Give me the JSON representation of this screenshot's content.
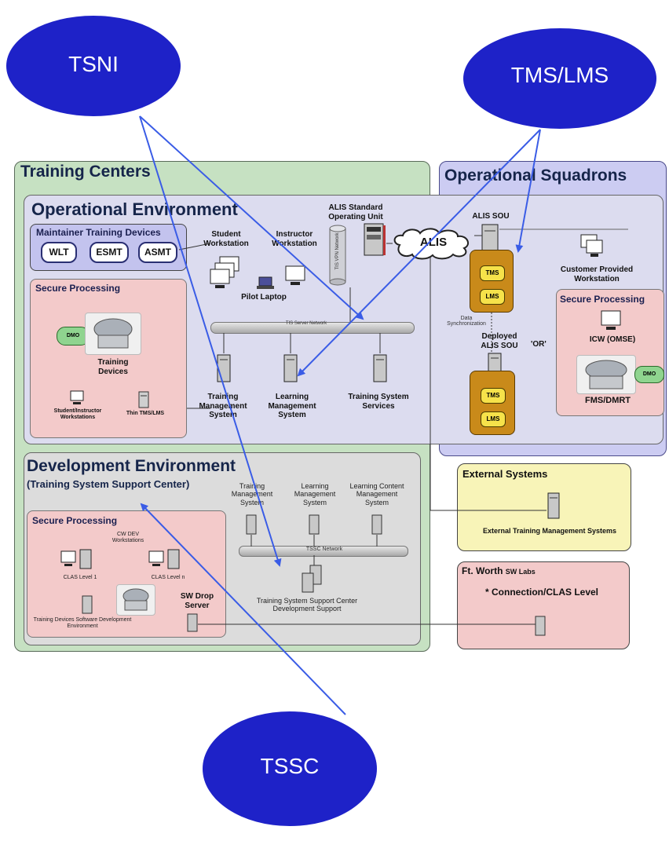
{
  "ellipses": {
    "tsni": "TSNI",
    "tms_lms": "TMS/LMS",
    "tssc": "TSSC"
  },
  "training_centers": {
    "title": "Training Centers",
    "operational_env": {
      "title": "Operational Environment",
      "maintainer": {
        "title": "Maintainer Training Devices",
        "devices": [
          "WLT",
          "ESMT",
          "ASMT"
        ]
      },
      "secure": {
        "title": "Secure Processing",
        "dmo": "DMO",
        "training_devices": "Training Devices",
        "student_instructor": "Student/Instructor Workstations",
        "thin_tms": "Thin TMS/LMS"
      },
      "student_ws": "Student Workstation",
      "instructor_ws": "Instructor Workstation",
      "pilot_laptop": "Pilot Laptop",
      "alis_sou": "ALIS Standard Operating Unit",
      "tis_vpn": "TIS VPN Network",
      "alis_cloud": "ALIS",
      "server_network": "TIS Server Network",
      "tms": "Training Management System",
      "lms": "Learning Management System",
      "tss": "Training System Services"
    },
    "development_env": {
      "title": "Development Environment",
      "subtitle": "(Training System Support Center)",
      "secure": {
        "title": "Secure Processing",
        "cw_dev": "CW DEV Workstations",
        "clas1": "CLAS Level 1",
        "clasn": "CLAS Level n",
        "tdsde": "Training Devices Software Development Environment",
        "sw_drop": "SW Drop Server"
      },
      "tms": "Training Management System",
      "lms": "Learning Management System",
      "lcms": "Learning Content Management System",
      "tssc_net": "TSSC Network",
      "tssc_support": "Training System Support Center Development Support"
    }
  },
  "operational_squadrons": {
    "title": "Operational Squadrons",
    "alis_sou": "ALIS SOU",
    "tms": "TMS",
    "lms": "LMS",
    "data_sync": "Data Synchronization",
    "deployed": "Deployed ALIS SOU",
    "or": "'OR'",
    "customer_ws": "Customer Provided Workstation",
    "secure": {
      "title": "Secure Processing",
      "icw": "ICW (OMSE)",
      "dmo": "DMO",
      "fms": "FMS/DMRT"
    }
  },
  "external": {
    "title": "External Systems",
    "label": "External Training Management Systems"
  },
  "ftworth": {
    "title": "Ft. Worth",
    "title_suffix": "SW Labs",
    "label": "* Connection/CLAS Level"
  },
  "colors": {
    "ellipse_blue": "#1e22c8",
    "training_green": "#c6e1c2",
    "squadron_lavender": "#ccccf2",
    "op_env": "#dcdcef",
    "secure_pink": "#f3caca",
    "external_yellow": "#f8f4b8",
    "arrow_blue": "#3a5ce6",
    "tms_gold": "#c98a1a"
  }
}
